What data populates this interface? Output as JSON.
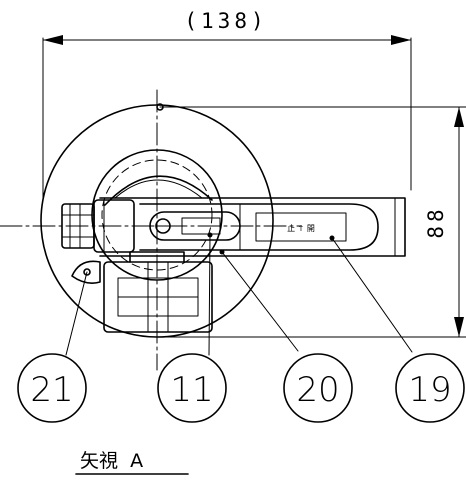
{
  "dimensions": {
    "width_label": "(138)",
    "height_label": "88"
  },
  "balloons": [
    {
      "label": "21"
    },
    {
      "label": "11"
    },
    {
      "label": "20"
    },
    {
      "label": "19"
    }
  ],
  "view": {
    "label": "矢視  A"
  },
  "handle_marking": "止 ↑ 開"
}
